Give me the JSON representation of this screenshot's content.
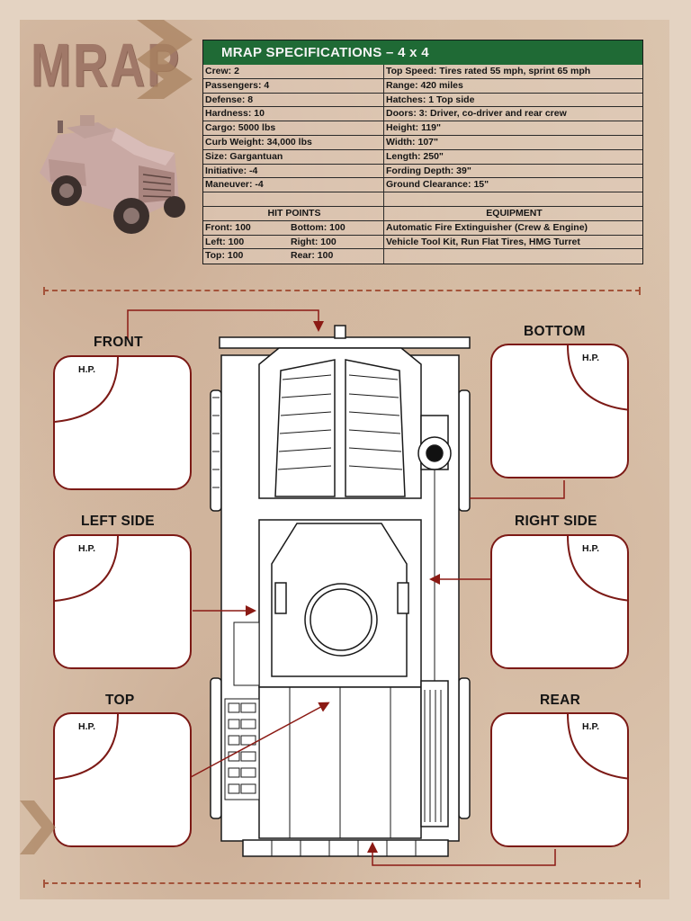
{
  "header": {
    "logo_text": "MRAP"
  },
  "specs": {
    "title": "MRAP SPECIFICATIONS – 4 x 4",
    "rows": [
      {
        "left": "Crew: 2",
        "right": "Top Speed: Tires rated 55 mph, sprint 65 mph"
      },
      {
        "left": "Passengers: 4",
        "right": "Range: 420 miles"
      },
      {
        "left": "Defense: 8",
        "right": "Hatches: 1 Top side"
      },
      {
        "left": "Hardness: 10",
        "right": "Doors: 3: Driver, co-driver and rear crew"
      },
      {
        "left": "Cargo: 5000 lbs",
        "right": "Height: 119\""
      },
      {
        "left": "Curb Weight: 34,000 lbs",
        "right": "Width: 107\""
      },
      {
        "left": "Size: Gargantuan",
        "right": "Length: 250\""
      },
      {
        "left": "Initiative: -4",
        "right": "Fording Depth: 39\""
      },
      {
        "left": "Maneuver: -4",
        "right": "Ground Clearance: 15\""
      }
    ],
    "hit_points_header": "HIT POINTS",
    "equipment_header": "EQUIPMENT",
    "hit_points": [
      {
        "a": "Front: 100",
        "b": "Bottom: 100"
      },
      {
        "a": "Left: 100",
        "b": "Right: 100"
      },
      {
        "a": "Top: 100",
        "b": "Rear: 100"
      }
    ],
    "equipment": [
      "Automatic Fire Extinguisher (Crew & Engine)",
      "Vehicle Tool Kit, Run Flat Tires, HMG Turret",
      ""
    ]
  },
  "panels": {
    "hp_label": "H.P.",
    "front": "FRONT",
    "bottom": "BOTTOM",
    "left_side": "LEFT SIDE",
    "right_side": "RIGHT SIDE",
    "top": "TOP",
    "rear": "REAR"
  },
  "colors": {
    "title_bar": "#1f6a35",
    "panel_border": "#7c1a16",
    "arrow": "#8b1a14",
    "dash_rule": "#a4533a"
  }
}
